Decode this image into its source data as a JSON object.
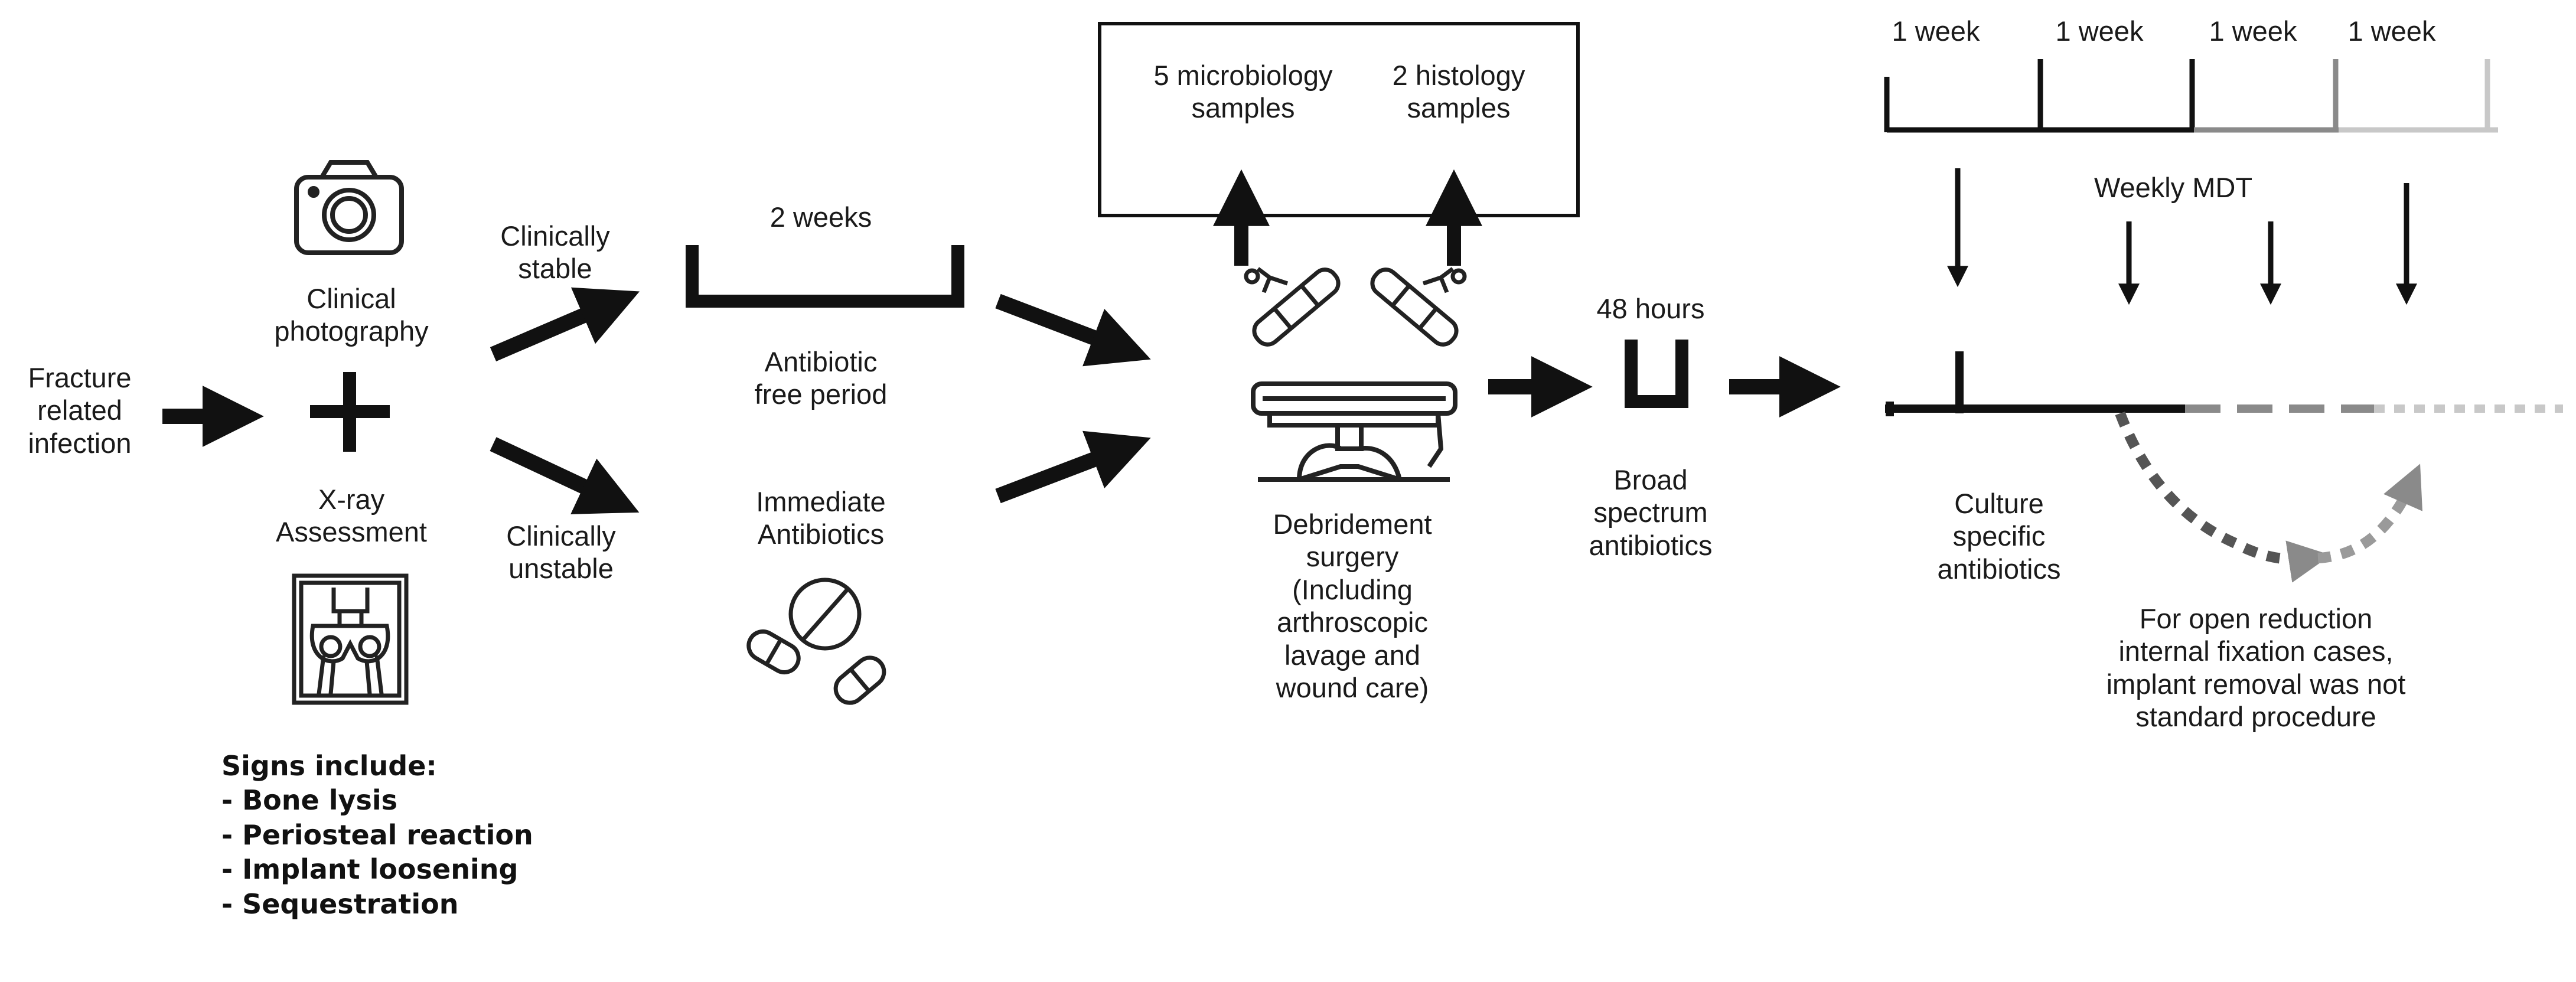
{
  "labels": {
    "fri": "Fracture\nrelated\ninfection",
    "photo": "Clinical\nphotography",
    "xray": "X-ray\nAssessment",
    "stable": "Clinically\nstable",
    "unstable": "Clinically\nunstable",
    "two_weeks": "2 weeks",
    "free_period": "Antibiotic\nfree period",
    "immediate": "Immediate\nAntibiotics",
    "micro": "5 microbiology\nsamples",
    "histo": "2 histology\nsamples",
    "debridement": "Debridement\nsurgery\n(Including\narthroscopic\nlavage and\nwound care)",
    "hours48": "48 hours",
    "broad": "Broad\nspectrum\nantibiotics",
    "week1": "1 week",
    "week2": "1 week",
    "week3": "1 week",
    "week4": "1 week",
    "mdt": "Weekly MDT",
    "culture": "Culture\nspecific\nantibiotics",
    "orif": "For open reduction\ninternal fixation cases,\nimplant removal was not\nstandard procedure"
  },
  "signs": {
    "title": "Signs include:",
    "items": [
      "- Bone lysis",
      "- Periosteal reaction",
      "- Implant loosening",
      "- Sequestration"
    ]
  },
  "icons": [
    "camera-icon",
    "plus-icon",
    "pelvis-xray-icon",
    "pills-icon",
    "surgical-tools-icon",
    "operating-table-icon"
  ],
  "colors": {
    "ink": "#111111",
    "dashed_gray": "#8a8a8a",
    "faded_gray": "#c8c8c8"
  }
}
